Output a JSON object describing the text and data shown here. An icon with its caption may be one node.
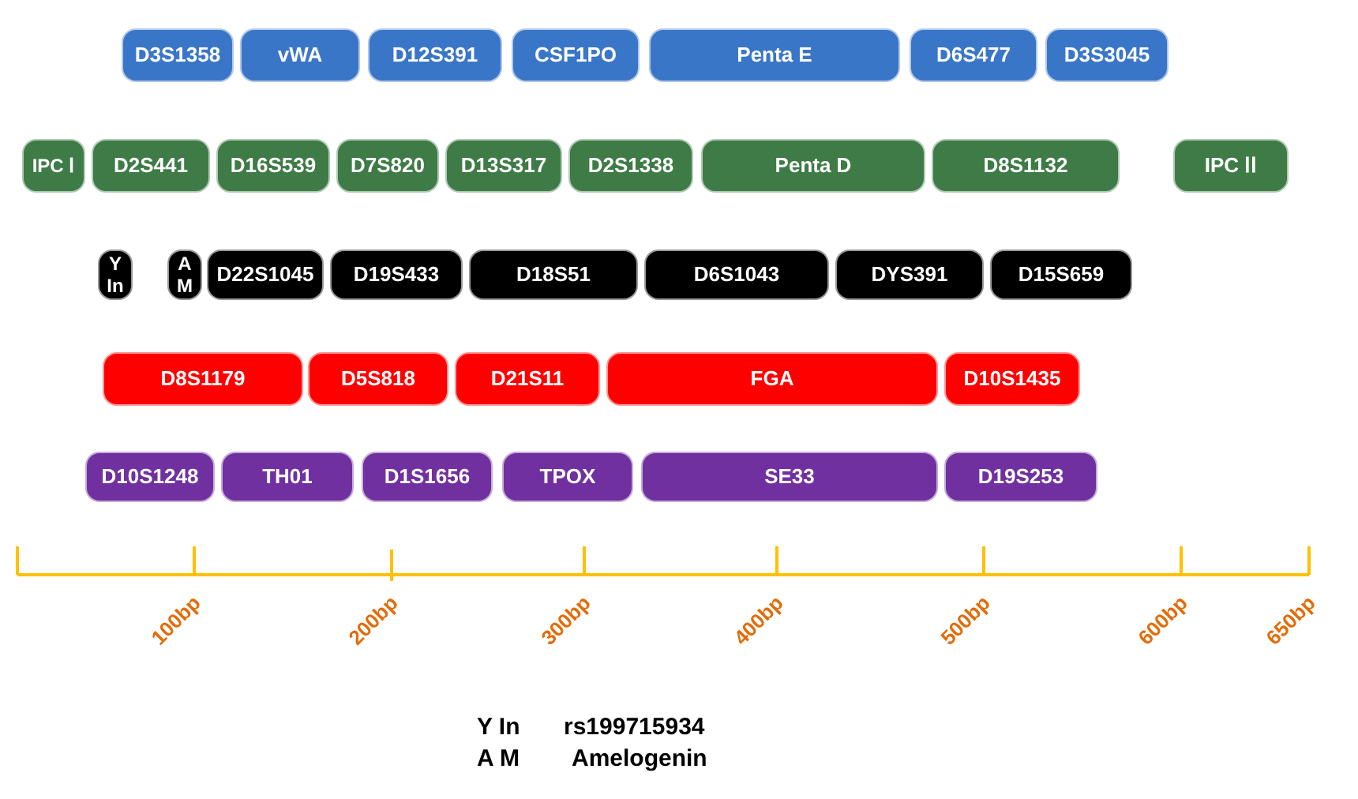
{
  "diagram": {
    "nodes": [
      {
        "text": [
          "D3S1358"
        ]
      },
      {
        "text": [
          "vWA"
        ]
      },
      {
        "text": [
          "D12S391"
        ]
      },
      {
        "text": [
          "CSF1PO"
        ]
      },
      {
        "text": [
          "Penta E"
        ]
      },
      {
        "text": [
          "D6S477"
        ]
      },
      {
        "text": [
          "D3S3045"
        ]
      },
      {
        "text": [
          "IPC Ⅰ"
        ]
      },
      {
        "text": [
          "D2S441"
        ]
      },
      {
        "text": [
          "D16S539"
        ]
      },
      {
        "text": [
          "D7S820"
        ]
      },
      {
        "text": [
          "D13S317"
        ]
      },
      {
        "text": [
          "D2S1338"
        ]
      },
      {
        "text": [
          "Penta D"
        ]
      },
      {
        "text": [
          "D8S1132"
        ]
      },
      {
        "text": [
          "IPC ⅠⅠ"
        ]
      },
      {
        "text": [
          "Y In"
        ]
      },
      {
        "text": [
          "A M"
        ]
      },
      {
        "text": [
          "D22S1045"
        ]
      },
      {
        "text": [
          "D19S433"
        ]
      },
      {
        "text": [
          "D18S51"
        ]
      },
      {
        "text": [
          "D6S1043"
        ]
      },
      {
        "text": [
          "DYS391"
        ]
      },
      {
        "text": [
          "D15S659"
        ]
      },
      {
        "text": [
          "D8S1179"
        ]
      },
      {
        "text": [
          "D5S818"
        ]
      },
      {
        "text": [
          "D21S11"
        ]
      },
      {
        "text": [
          "FGA"
        ]
      },
      {
        "text": [
          "D10S1435"
        ]
      },
      {
        "text": [
          "D10S1248"
        ]
      },
      {
        "text": [
          "TH01"
        ]
      },
      {
        "text": [
          "D1S1656"
        ]
      },
      {
        "text": [
          "TPOX"
        ]
      },
      {
        "text": [
          "SE33"
        ]
      },
      {
        "text": [
          "D19S253"
        ]
      }
    ],
    "edges": [],
    "labels": [
      "100bp",
      "200bp",
      "300bp",
      "400bp",
      "500bp",
      "600bp",
      "650bp",
      "Y In",
      "rs199715934",
      "A M",
      "Amelogenin"
    ]
  }
}
